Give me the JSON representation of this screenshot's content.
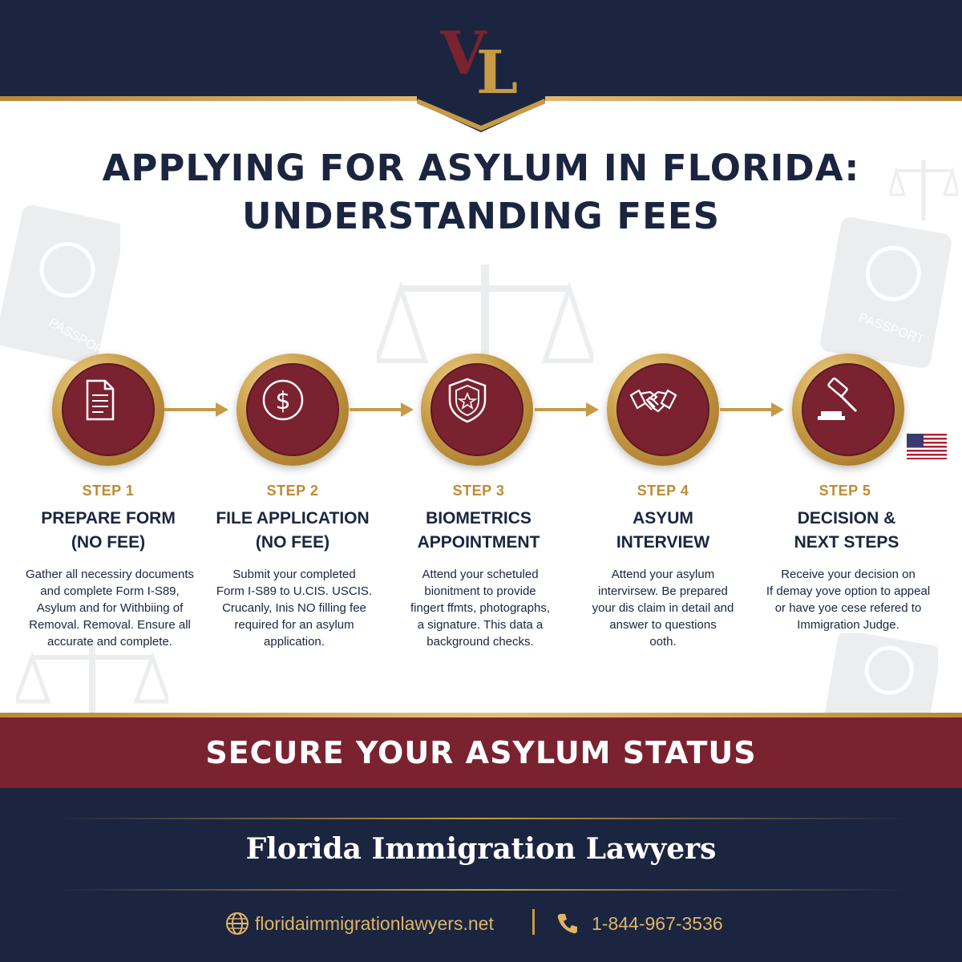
{
  "header": {
    "logo_letters": "VL",
    "title_line1": "APPLYING FOR ASYLUM IN FLORIDA:",
    "title_line2": "UNDERSTANDING FEES"
  },
  "watermarks": {
    "passport_label": "PASSPORT"
  },
  "steps": [
    {
      "number": "STEP 1",
      "title_line1": "PREPARE FORM",
      "title_line2": "(NO FEE)",
      "icon": "document-icon",
      "desc": [
        "Gather all necessiry documents",
        "and complete Form I-S89,",
        "Asylum and for Withbiing of",
        "Removal. Removal. Ensure all",
        "accurate and complete."
      ]
    },
    {
      "number": "STEP 2",
      "title_line1": "FILE APPLICATION",
      "title_line2": "(NO FEE)",
      "icon": "dollar-icon",
      "desc": [
        "Submit your completed",
        "Form I-S89 to U.CIS. USCIS.",
        "Crucanly, Inis NO filling fee",
        "required for an asylum",
        "application."
      ]
    },
    {
      "number": "STEP 3",
      "title_line1": "BIOMETRICS",
      "title_line2": "APPOINTMENT",
      "icon": "shield-badge-icon",
      "desc": [
        "Attend your schetuled",
        "bionitment to provide",
        "fingert ffmts, photographs,",
        "a signature. This data a",
        "background checks."
      ]
    },
    {
      "number": "STEP 4",
      "title_line1": "ASYUM",
      "title_line2": "INTERVIEW",
      "icon": "handshake-icon",
      "desc": [
        "Attend your asylum",
        "intervirsew. Be prepared",
        "your dis claim in detail and",
        "answer to questions",
        "ooth."
      ]
    },
    {
      "number": "STEP 5",
      "title_line1": "DECISION &",
      "title_line2": "NEXT STEPS",
      "icon": "gavel-icon",
      "desc": [
        "Receive your decision on",
        "If demay yove option to appeal",
        "or have yoe cese refered to",
        "Immigration Judge."
      ]
    }
  ],
  "banner": {
    "text": "SECURE YOUR ASYLUM STATUS"
  },
  "footer": {
    "firm_name": "Florida Immigration Lawyers",
    "website": "floridaimmigrationlawyers.net",
    "phone": "1-844-967-3536"
  },
  "colors": {
    "navy": "#1b2540",
    "gold": "#c79a45",
    "burgundy": "#7a2230"
  }
}
